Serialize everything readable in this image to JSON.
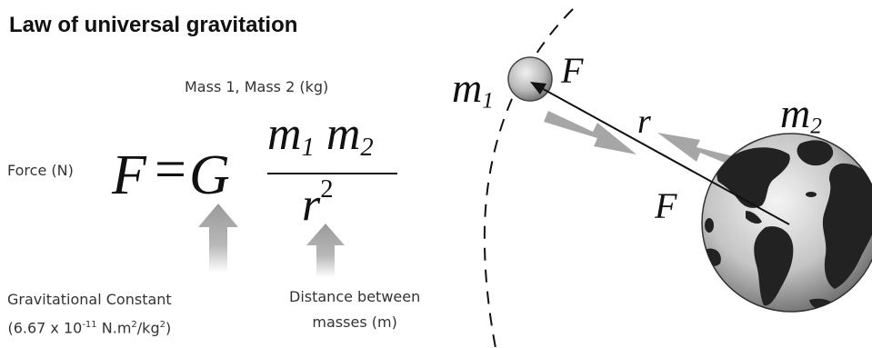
{
  "title": "Law of universal gravitation",
  "labels": {
    "masses": "Mass 1, Mass 2 (kg)",
    "force": "Force (N)",
    "constant_line1": "Gravitational Constant",
    "constant_line2_prefix": "(6.67 x 10",
    "constant_exponent": "-11",
    "constant_line2_mid": " N.m",
    "constant_m_exp": "2",
    "constant_line2_kg": "/kg",
    "constant_kg_exp": "2",
    "constant_line2_end": ")",
    "distance_line1": "Distance between",
    "distance_line2": "masses (m)"
  },
  "equation": {
    "force": "F",
    "equals": "=",
    "constant": "G",
    "num_m": "m",
    "num_1": "1",
    "num_m2": "m",
    "num_2": "2",
    "den_r": "r",
    "den_exp": "2"
  },
  "diagram": {
    "mass1_m": "m",
    "mass1_sub": "1",
    "mass2_m": "m",
    "mass2_sub": "2",
    "force_top": "F",
    "force_bottom": "F",
    "distance": "r"
  },
  "colors": {
    "arrow_gray": "#a8a8a8",
    "land": "#222222",
    "ocean_light": "#f2f2f2",
    "ocean_dark": "#7a7a7a",
    "text": "#111111"
  }
}
